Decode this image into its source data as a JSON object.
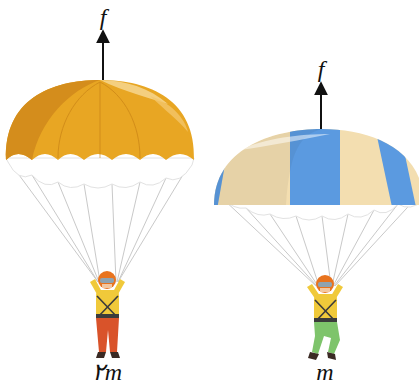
{
  "diagram": {
    "labels": [
      "f",
      "f",
      "۲m",
      "m"
    ]
  }
}
